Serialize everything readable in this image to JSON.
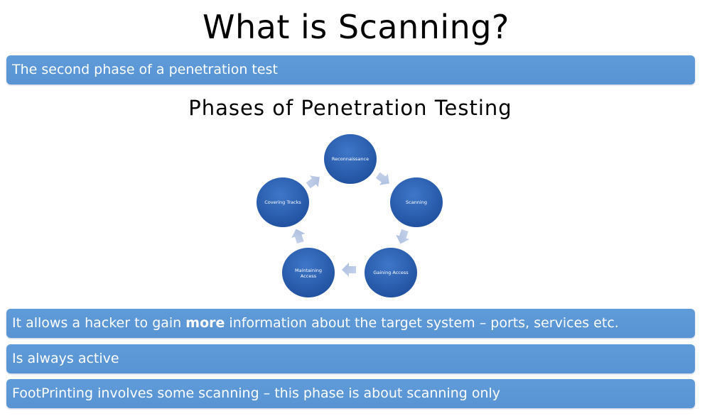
{
  "slide": {
    "title": "What is Scanning?",
    "bullet_1": "The second phase of a penetration test",
    "diagram_title": "Phases of Penetration Testing",
    "bullet_2": {
      "before": "It allows a hacker to gain ",
      "emphasis": "more",
      "after": " information about the target system – ports, services etc."
    },
    "bullet_3": "Is always active",
    "bullet_4": "FootPrinting involves some scanning – this phase is about scanning only"
  },
  "diagram": {
    "nodes": [
      {
        "label": "Reconnaissance"
      },
      {
        "label": "Scanning"
      },
      {
        "label": "Gaining Access"
      },
      {
        "label": "Maintaining",
        "label2": "Access"
      },
      {
        "label": "Covering Tracks"
      }
    ],
    "node_color": "#2a5fb0",
    "arrow_color": "#b7c6e4"
  }
}
